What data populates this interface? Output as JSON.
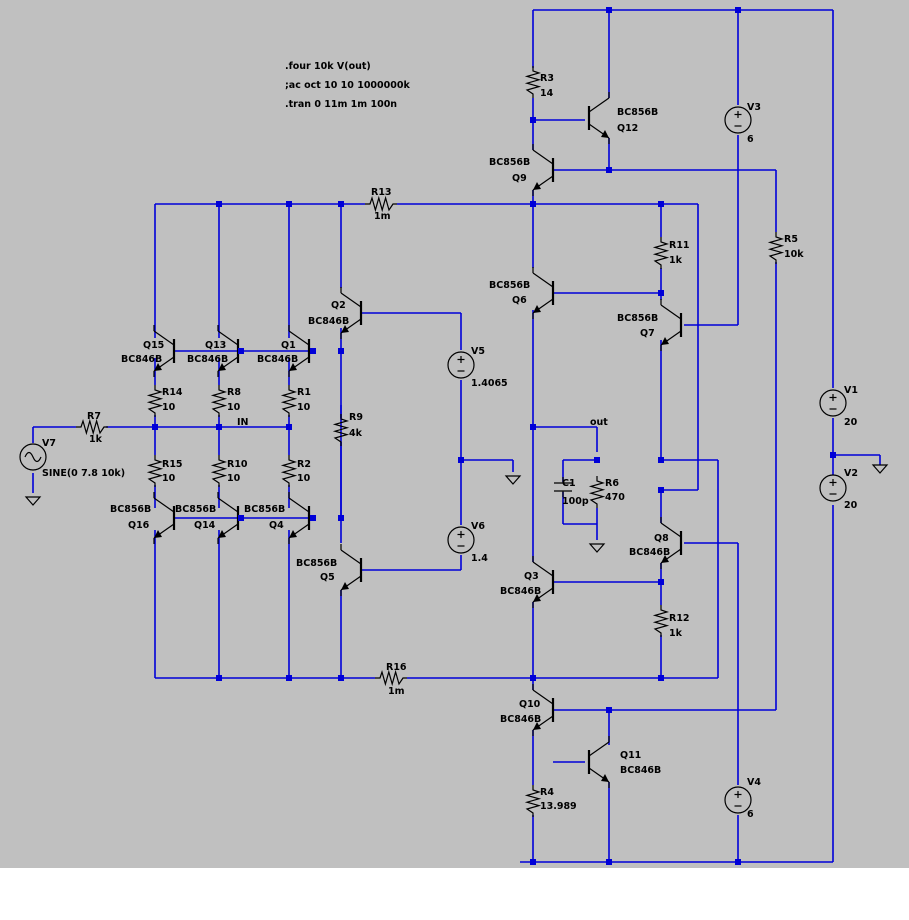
{
  "directives": [
    ".four 10k V(out)",
    ";ac oct 10 10 1000000k",
    ".tran 0 11m 1m 100n"
  ],
  "net_labels": {
    "in": "IN",
    "out": "out"
  },
  "colors": {
    "background": "#c0c0c0",
    "wire": "#0000d8",
    "component": "#000000",
    "page_margin": "#ffffff"
  },
  "components": {
    "R3": {
      "name": "R3",
      "value": "14"
    },
    "R13": {
      "name": "R13",
      "value": "1m"
    },
    "R11": {
      "name": "R11",
      "value": "1k"
    },
    "R5": {
      "name": "R5",
      "value": "10k"
    },
    "R14": {
      "name": "R14",
      "value": "10"
    },
    "R8": {
      "name": "R8",
      "value": "10"
    },
    "R1": {
      "name": "R1",
      "value": "10"
    },
    "R7": {
      "name": "R7",
      "value": "1k"
    },
    "R9": {
      "name": "R9",
      "value": "4k"
    },
    "R15": {
      "name": "R15",
      "value": "10"
    },
    "R10": {
      "name": "R10",
      "value": "10"
    },
    "R2": {
      "name": "R2",
      "value": "10"
    },
    "R6": {
      "name": "R6",
      "value": "470"
    },
    "R12": {
      "name": "R12",
      "value": "1k"
    },
    "R16": {
      "name": "R16",
      "value": "1m"
    },
    "R4": {
      "name": "R4",
      "value": "13.989"
    },
    "C1": {
      "name": "C1",
      "value": "100p"
    },
    "V1": {
      "name": "V1",
      "value": "20"
    },
    "V2": {
      "name": "V2",
      "value": "20"
    },
    "V3": {
      "name": "V3",
      "value": "6"
    },
    "V4": {
      "name": "V4",
      "value": "6"
    },
    "V5": {
      "name": "V5",
      "value": "1.4065"
    },
    "V6": {
      "name": "V6",
      "value": "1.4"
    },
    "V7": {
      "name": "V7",
      "value": "SINE(0 7.8 10k)"
    },
    "Q1": {
      "name": "Q1",
      "model": "BC846B"
    },
    "Q2": {
      "name": "Q2",
      "model": "BC846B"
    },
    "Q3": {
      "name": "Q3",
      "model": "BC846B"
    },
    "Q4": {
      "name": "Q4",
      "model": "BC856B"
    },
    "Q5": {
      "name": "Q5",
      "model": "BC856B"
    },
    "Q6": {
      "name": "Q6",
      "model": "BC856B"
    },
    "Q7": {
      "name": "Q7",
      "model": "BC856B"
    },
    "Q8": {
      "name": "Q8",
      "model": "BC846B"
    },
    "Q9": {
      "name": "Q9",
      "model": "BC856B"
    },
    "Q10": {
      "name": "Q10",
      "model": "BC846B"
    },
    "Q11": {
      "name": "Q11",
      "model": "BC846B"
    },
    "Q12": {
      "name": "Q12",
      "model": "BC856B"
    },
    "Q13": {
      "name": "Q13",
      "model": "BC846B"
    },
    "Q14": {
      "name": "Q14",
      "model": "BC856B"
    },
    "Q15": {
      "name": "Q15",
      "model": "BC846B"
    },
    "Q16": {
      "name": "Q16",
      "model": "BC856B"
    }
  }
}
